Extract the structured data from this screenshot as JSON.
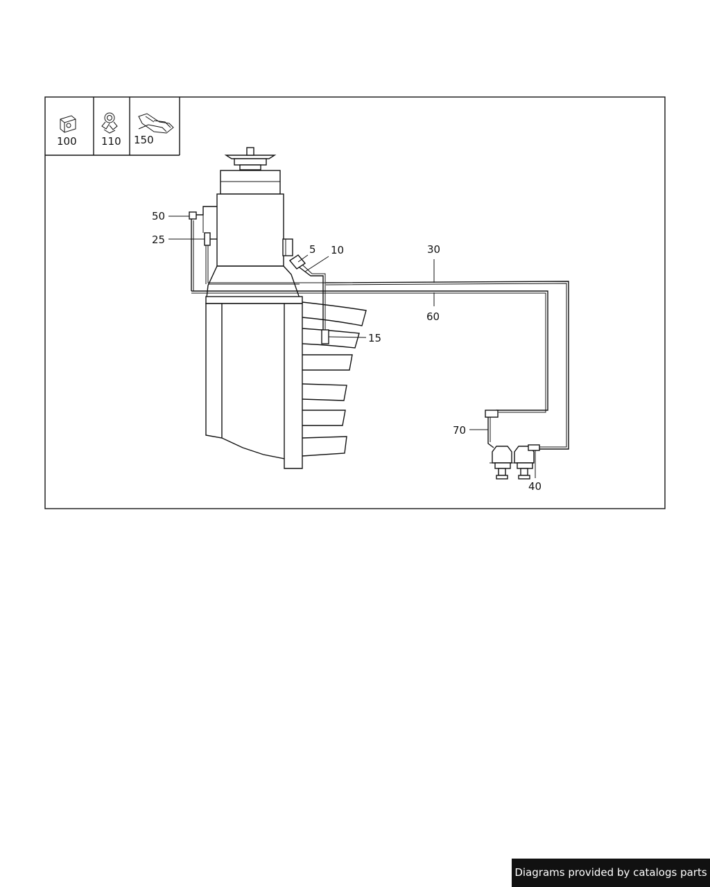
{
  "legend": {
    "items": [
      {
        "number": "100",
        "icon": "bracket-clip-icon"
      },
      {
        "number": "110",
        "icon": "hose-clamp-icon"
      },
      {
        "number": "150",
        "icon": "cable-tie-icon"
      }
    ]
  },
  "callouts": {
    "c5": "5",
    "c10": "10",
    "c15": "15",
    "c25": "25",
    "c30": "30",
    "c40": "40",
    "c50": "50",
    "c60": "60",
    "c70": "70"
  },
  "footer": {
    "text": "Diagrams provided by catalogs parts"
  }
}
